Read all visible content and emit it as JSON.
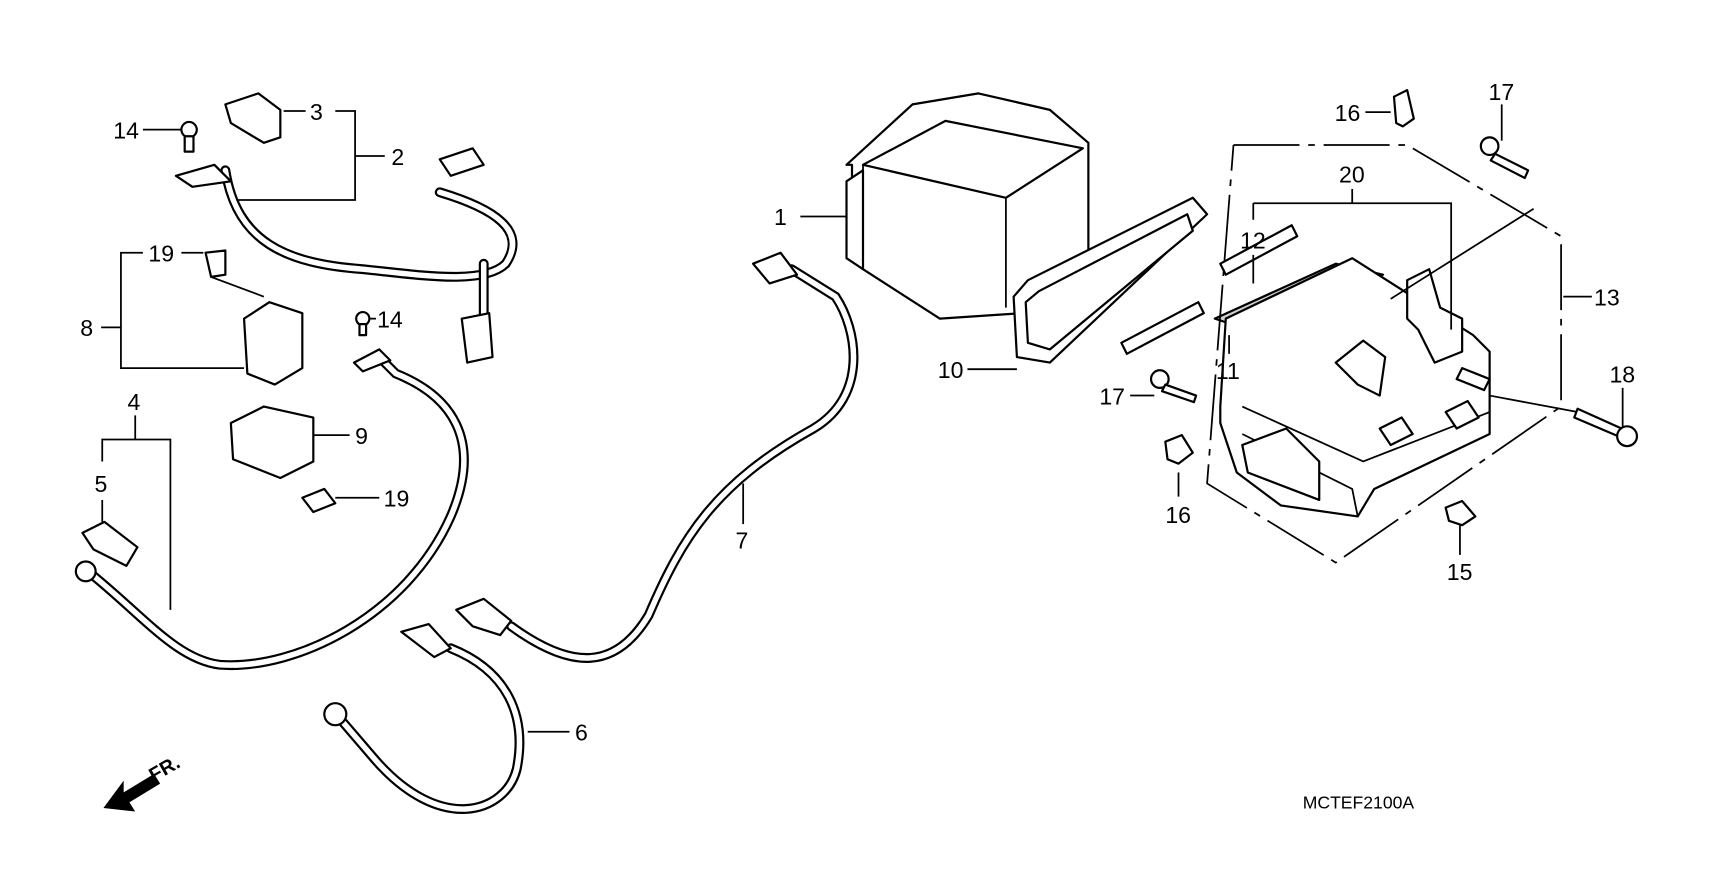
{
  "diagram": {
    "callouts": {
      "c1": "1",
      "c2": "2",
      "c3": "3",
      "c4": "4",
      "c5": "5",
      "c6": "6",
      "c7": "7",
      "c8": "8",
      "c9": "9",
      "c10": "10",
      "c11": "11",
      "c12": "12",
      "c13": "13",
      "c14a": "14",
      "c14b": "14",
      "c15": "15",
      "c16a": "16",
      "c16b": "16",
      "c17a": "17",
      "c17b": "17",
      "c18": "18",
      "c19a": "19",
      "c19b": "19",
      "c20": "20"
    },
    "direction_label": "FR.",
    "diagram_code": "MCTEF2100A"
  }
}
